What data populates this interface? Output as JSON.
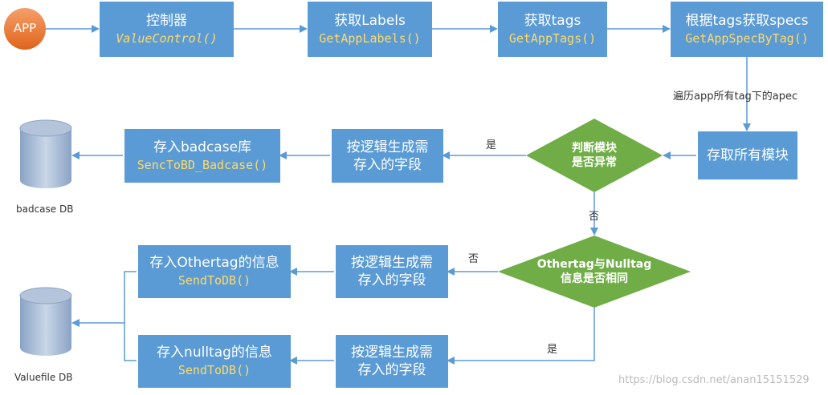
{
  "start": {
    "label": "APP"
  },
  "controller": {
    "title": "控制器",
    "code": "ValueControl()"
  },
  "get_labels": {
    "title": "获取Labels",
    "code": "GetAppLabels()"
  },
  "get_tags": {
    "title": "获取tags",
    "code": "GetAppTags()"
  },
  "get_specs": {
    "title": "根据tags获取specs",
    "code": "GetAppSpecByTag()"
  },
  "traverse_label": "遍历app所有tag下的apec",
  "fetch_modules": {
    "title": "存取所有模块"
  },
  "judge": {
    "line1": "判断模块",
    "line2": "是否异常"
  },
  "judge_yes": "是",
  "judge_no": "否",
  "gen_fields_1": {
    "line1": "按逻辑生成需",
    "line2": "存入的字段"
  },
  "badcase_store": {
    "title": "存入badcase库",
    "code": "SencToBD_Badcase()"
  },
  "badcase_db": {
    "label": "badcase DB"
  },
  "compare": {
    "line1": "Othertag与Nulltag",
    "line2": "信息是否相同"
  },
  "compare_no": "否",
  "compare_yes": "是",
  "gen_fields_2": {
    "line1": "按逻辑生成需",
    "line2": "存入的字段"
  },
  "gen_fields_3": {
    "line1": "按逻辑生成需",
    "line2": "存入的字段"
  },
  "othertag_store": {
    "title": "存入Othertag的信息",
    "code": "SendToDB()"
  },
  "nulltag_store": {
    "title": "存入nulltag的信息",
    "code": "SendToDB()"
  },
  "valuefile_db": {
    "label": "Valuefile DB"
  },
  "watermark": "https://blog.csdn.net/anan15151529",
  "colors": {
    "box": "#5b9bd5",
    "diamond": "#70ad47",
    "start": "#ed7d31",
    "code": "#ffd966",
    "arrow": "#5b9bd5"
  }
}
